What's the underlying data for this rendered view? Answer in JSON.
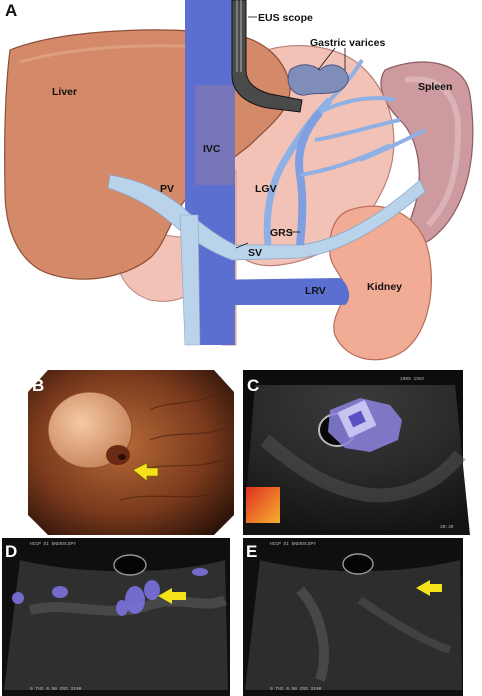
{
  "panels": {
    "a": {
      "letter": "A"
    },
    "b": {
      "letter": "B"
    },
    "c": {
      "letter": "C"
    },
    "d": {
      "letter": "D"
    },
    "e": {
      "letter": "E"
    }
  },
  "labels": {
    "eus_scope": "EUS scope",
    "gastric_varices": "Gastric varices",
    "liver": "Liver",
    "spleen": "Spleen",
    "ivc": "IVC",
    "pv": "PV",
    "lgv": "LGV",
    "grs": "GRS",
    "sv": "SV",
    "lrv": "LRV",
    "kidney": "Kidney"
  },
  "colors": {
    "liver": "#d48a69",
    "stomach": "#f3c2b6",
    "spleen": "#cc9a9f",
    "kidney": "#f2ab95",
    "vein": "#5b6fd0",
    "vein_light": "#b9d3ea",
    "arrow": "#f5e21b",
    "doppler": "#8c84e0"
  }
}
